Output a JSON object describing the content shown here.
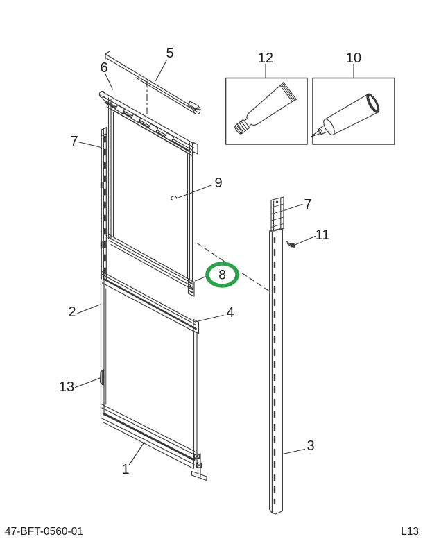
{
  "document": {
    "drawing_number": "47-BFT-0560-01",
    "page_code": "L13"
  },
  "callouts": [
    {
      "label": "5"
    },
    {
      "label": "6"
    },
    {
      "label": "7"
    },
    {
      "label": "12"
    },
    {
      "label": "10"
    },
    {
      "label": "9"
    },
    {
      "label": "7"
    },
    {
      "label": "11"
    },
    {
      "label": "8"
    },
    {
      "label": "2"
    },
    {
      "label": "4"
    },
    {
      "label": "13"
    },
    {
      "label": "1"
    },
    {
      "label": "3"
    }
  ],
  "highlight": {
    "callout": "8",
    "color": "#2ca24c"
  },
  "colors": {
    "line": "#3a3a3a",
    "text": "#1d1d1d",
    "background": "#ffffff"
  }
}
